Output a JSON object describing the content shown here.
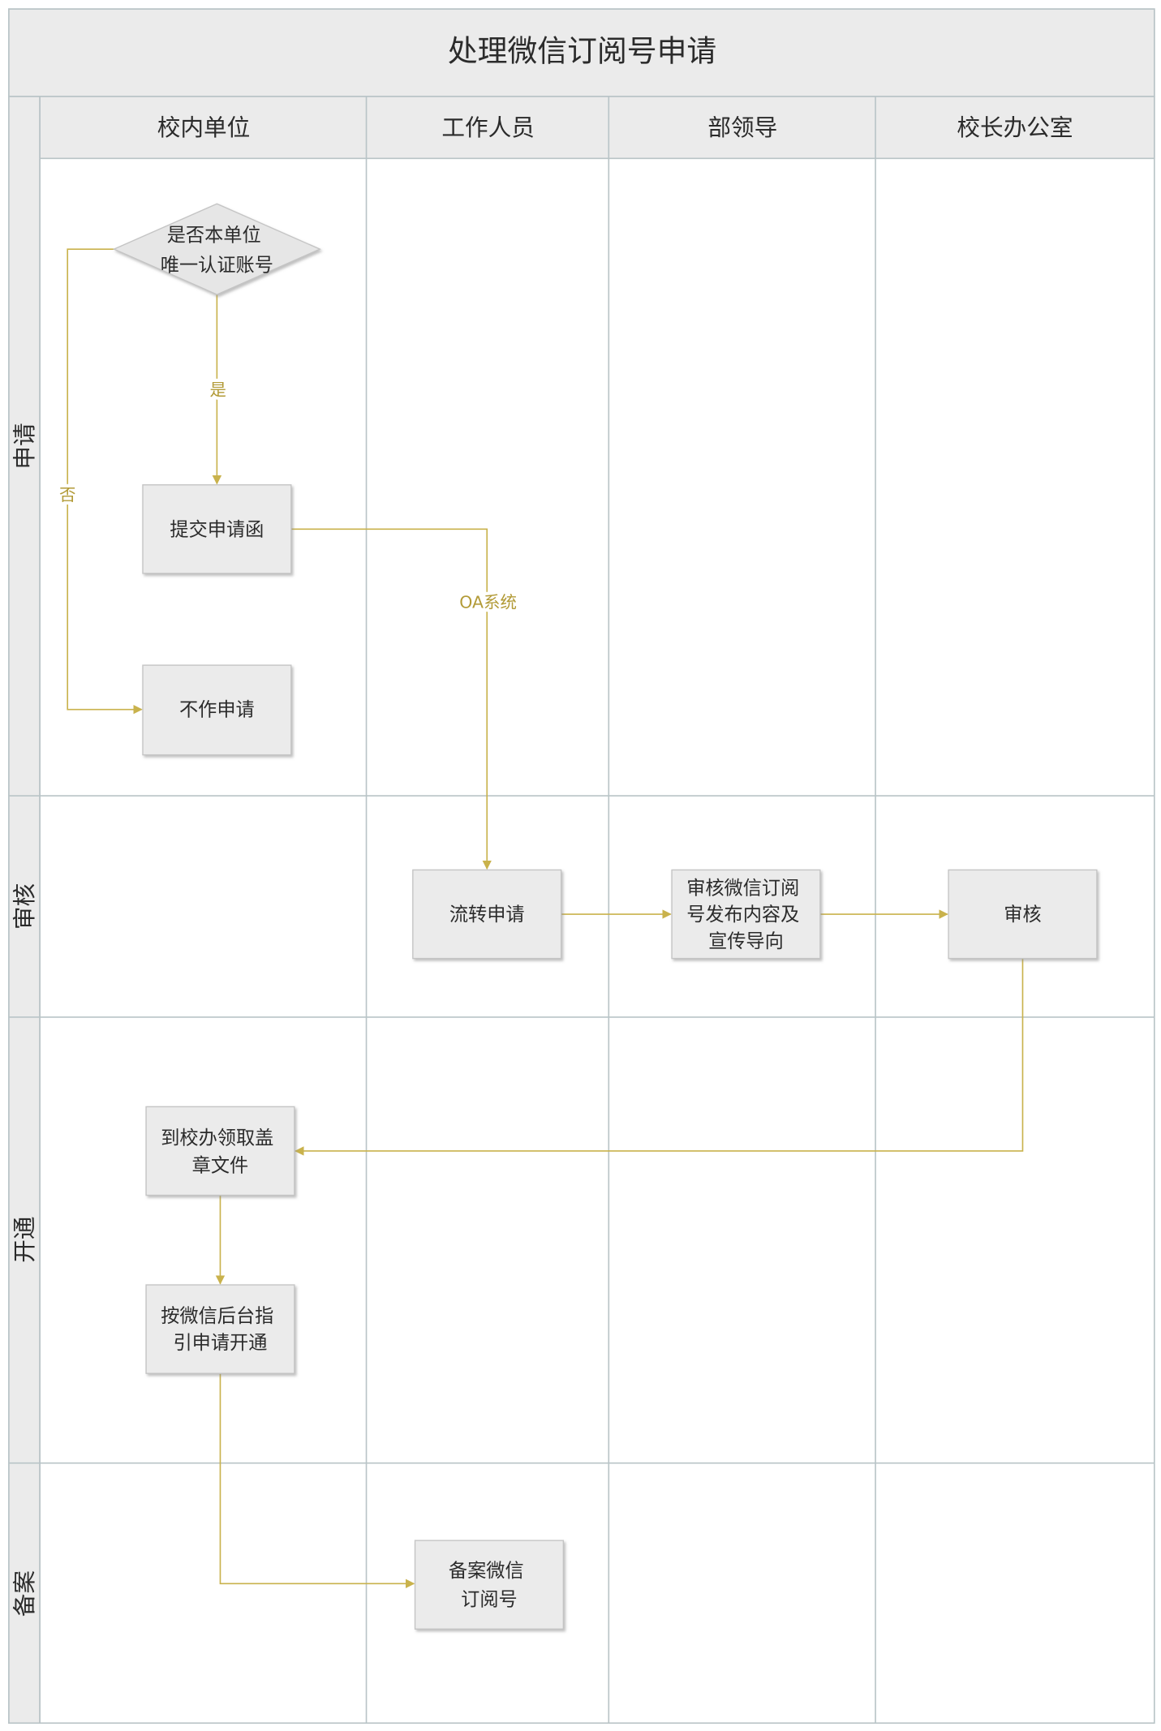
{
  "title": "处理微信订阅号申请",
  "columns": [
    "校内单位",
    "工作人员",
    "部领导",
    "校长办公室"
  ],
  "lanes": [
    "申请",
    "审核",
    "开通",
    "备案"
  ],
  "nodes": {
    "decision_unique_account": {
      "lines": [
        "是否本单位",
        "唯一认证账号"
      ]
    },
    "submit_letter": {
      "lines": [
        "提交申请函"
      ]
    },
    "no_application": {
      "lines": [
        "不作申请"
      ]
    },
    "forward_application": {
      "lines": [
        "流转申请"
      ]
    },
    "review_content": {
      "lines": [
        "审核微信订阅",
        "号发布内容及",
        "宣传导向"
      ]
    },
    "principal_review": {
      "lines": [
        "审核"
      ]
    },
    "collect_documents": {
      "lines": [
        "到校办领取盖",
        "章文件"
      ]
    },
    "apply_activation": {
      "lines": [
        "按微信后台指",
        "引申请开通"
      ]
    },
    "file_record": {
      "lines": [
        "备案微信",
        "订阅号"
      ]
    }
  },
  "edge_labels": {
    "yes": "是",
    "no": "否",
    "oa_system": "OA系统"
  },
  "colors": {
    "connector": "#c9b24c",
    "label": "#b29a36",
    "box_fill": "#ebebeb",
    "header_fill": "#ebebeb",
    "grid": "#b9c4c7",
    "text": "#2b2b2b"
  }
}
